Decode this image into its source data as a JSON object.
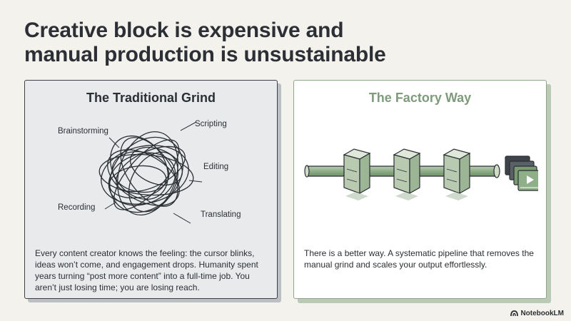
{
  "title": {
    "line1": "Creative block is expensive and",
    "line2": "manual production is unsustainable"
  },
  "left_panel": {
    "heading": "The Traditional Grind",
    "labels": {
      "brainstorming": "Brainstorming",
      "scripting": "Scripting",
      "editing": "Editing",
      "recording": "Recording",
      "translating": "Translating"
    },
    "body": "Every content creator knows the feeling: the cursor blinks, ideas won’t come, and engagement drops. Humanity spent years turning “post more content” into a full-time job. You aren’t just losing time; you are losing reach."
  },
  "right_panel": {
    "heading": "The Factory Way",
    "body": "There is a better way. A systematic pipeline that removes the manual grind and scales your output effortlessly."
  },
  "brand": {
    "name": "NotebookLM",
    "icon": "notebooklm-logo-icon"
  },
  "colors": {
    "background": "#f4f2ec",
    "accent_green": "#7f9a7c",
    "dark_text": "#2b2e33"
  }
}
